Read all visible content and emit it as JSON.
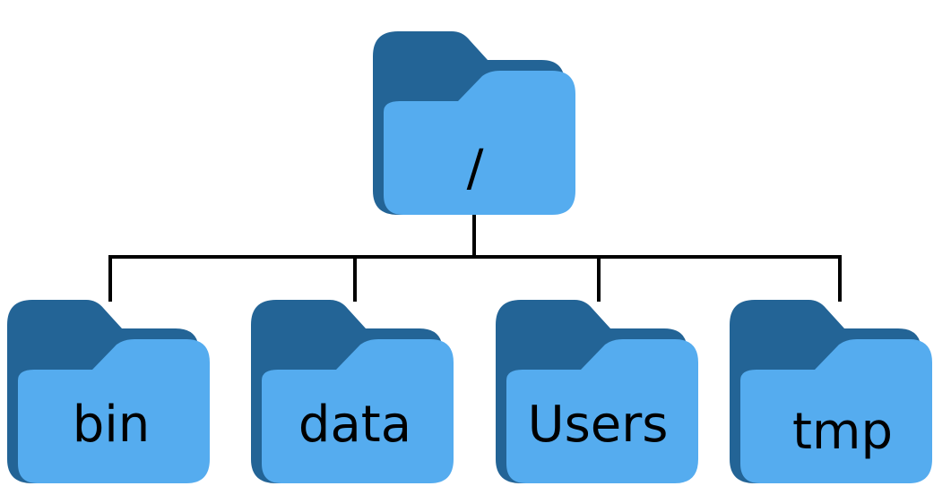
{
  "diagram": {
    "root": {
      "label": "/"
    },
    "children": [
      {
        "label": "bin"
      },
      {
        "label": "data"
      },
      {
        "label": "Users"
      },
      {
        "label": "tmp"
      }
    ]
  },
  "colors": {
    "folder_back": "#236496",
    "folder_front": "#55acef",
    "connector": "#000000",
    "label": "#000000",
    "background": "#ffffff"
  },
  "icons": {
    "folder": "folder-icon"
  }
}
